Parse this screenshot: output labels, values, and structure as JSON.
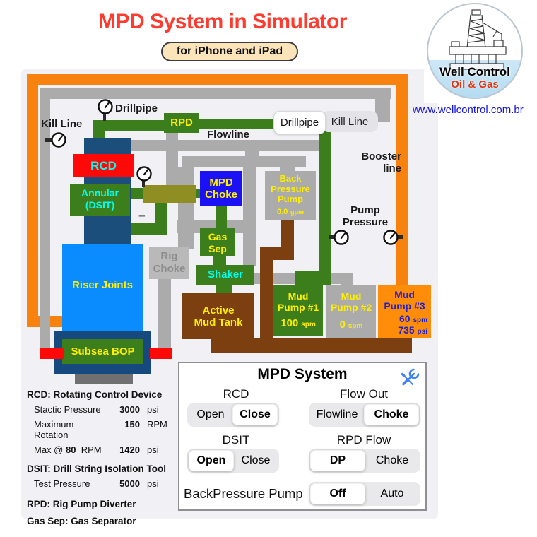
{
  "colors": {
    "title_red": "#ff3b2f",
    "badge_bg": "#fbe4b9",
    "link_blue": "#1414e0",
    "panel_bg": "#f1f1f5",
    "pipe_green": "#3c7d1c",
    "pipe_gray": "#ababab",
    "pipe_orange": "#f8820e",
    "pipe_brown": "#7c3f10",
    "navy": "#1c4e7c",
    "bop_navy": "#164a7e",
    "riser_blue": "#0a8cff",
    "choke_blue": "#1a12f5",
    "rcd_red": "#ff0808",
    "olive": "#8e8e23",
    "label_yellow": "#ffee00",
    "label_cyan": "#00ffee",
    "mp3_orange": "#ff8d0a",
    "mp3_blue": "#2222cc",
    "ios_blue": "#3e82f7",
    "seg_bg": "#e9e9eb"
  },
  "header": {
    "title": "MPD System in Simulator",
    "badge": "for iPhone and iPad",
    "link": "www.wellcontrol.com.br"
  },
  "logo": {
    "name": "Well Control",
    "tagline": "Oil & Gas",
    "icon": "offshore-rig-sketch"
  },
  "diagram": {
    "labels": {
      "kill_line": "Kill Line",
      "drillpipe": "Drillpipe",
      "flowline": "Flowline",
      "booster_line": "Booster\nline",
      "pump_pressure": "Pump\nPressure",
      "drillpipe_tag": "Drillpipe",
      "kill_line_tag": "Kill Line",
      "minus": "−"
    },
    "equipment": {
      "rpd": "RPD",
      "rcd": "RCD",
      "annular": "Annular\n(DSIT)",
      "mpd_choke": "MPD\nChoke",
      "back_pressure_pump": "Back\nPressure\nPump",
      "bpp_rate_value": "0.0",
      "bpp_rate_unit": "gpm",
      "gas_sep": "Gas\nSep",
      "shaker": "Shaker",
      "rig_choke": "Rig\nChoke",
      "riser_joints": "Riser Joints",
      "active_mud_tank": "Active\nMud Tank",
      "subsea_bop": "Subsea BOP",
      "mud_pump_1": "Mud\nPump #1",
      "mp1_value": "100",
      "mp1_unit": "spm",
      "mud_pump_2": "Mud\nPump #2",
      "mp2_value": "0",
      "mp2_unit": "spm",
      "mud_pump_3": "Mud\nPump #3",
      "mp3_spm_value": "60",
      "mp3_spm_unit": "spm",
      "mp3_psi_value": "735",
      "mp3_psi_unit": "psi"
    }
  },
  "definitions": {
    "rcd_heading": "RCD: Rotating Control Device",
    "rcd_rows": [
      {
        "label": "Stactic Pressure",
        "value": "3000",
        "unit": "psi"
      },
      {
        "label": "Maximum Rotation",
        "value": "150",
        "unit": "RPM"
      }
    ],
    "max_row": {
      "label": "Max @",
      "bold": "80",
      "label2": "RPM",
      "value": "1420",
      "unit": "psi"
    },
    "dsit_heading": "DSIT: Drill String Isolation Tool",
    "dsit_row": {
      "label": "Test Pressure",
      "value": "5000",
      "unit": "psi"
    },
    "rpd_heading": "RPD: Rig Pump Diverter",
    "gas_sep_heading": "Gas Sep: Gas Separator"
  },
  "panel": {
    "title": "MPD System",
    "tools_icon": "wrench-and-screwdriver",
    "groups": [
      {
        "label": "RCD",
        "options": [
          "Open",
          "Close"
        ],
        "selected": "Close"
      },
      {
        "label": "Flow Out",
        "options": [
          "Flowline",
          "Choke"
        ],
        "selected": "Choke"
      },
      {
        "label": "DSIT",
        "options": [
          "Open",
          "Close"
        ],
        "selected": "Open"
      },
      {
        "label": "RPD Flow",
        "options": [
          "DP",
          "Choke"
        ],
        "selected": "DP"
      },
      {
        "label": "BackPressure Pump",
        "options": [
          "Off",
          "Auto"
        ],
        "selected": "Off"
      }
    ]
  }
}
